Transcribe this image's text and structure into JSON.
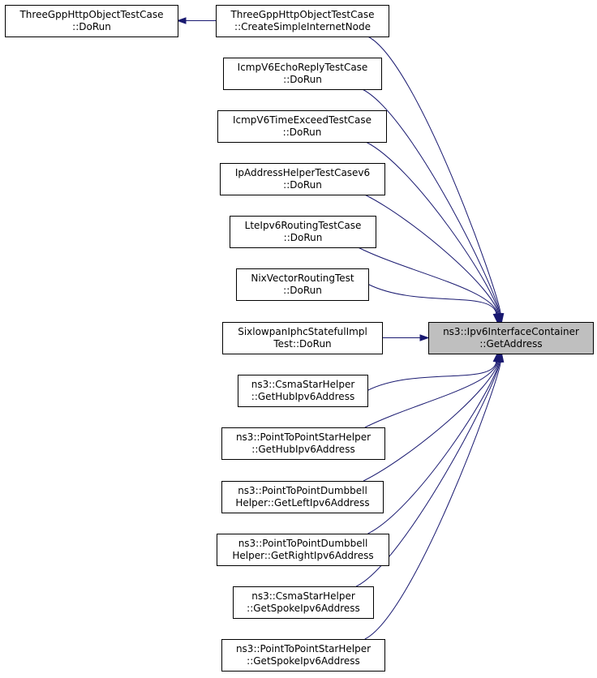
{
  "graph": {
    "nodes": [
      {
        "id": "n0",
        "lines": [
          "ThreeGppHttpObjectTestCase",
          "::DoRun"
        ],
        "interactable": true,
        "highlight": false
      },
      {
        "id": "n1",
        "lines": [
          "ThreeGppHttpObjectTestCase",
          "::CreateSimpleInternetNode"
        ],
        "interactable": true,
        "highlight": false
      },
      {
        "id": "n2",
        "lines": [
          "IcmpV6EchoReplyTestCase",
          "::DoRun"
        ],
        "interactable": true,
        "highlight": false
      },
      {
        "id": "n3",
        "lines": [
          "IcmpV6TimeExceedTestCase",
          "::DoRun"
        ],
        "interactable": true,
        "highlight": false
      },
      {
        "id": "n4",
        "lines": [
          "IpAddressHelperTestCasev6",
          "::DoRun"
        ],
        "interactable": true,
        "highlight": false
      },
      {
        "id": "n5",
        "lines": [
          "LteIpv6RoutingTestCase",
          "::DoRun"
        ],
        "interactable": true,
        "highlight": false
      },
      {
        "id": "n6",
        "lines": [
          "NixVectorRoutingTest",
          "::DoRun"
        ],
        "interactable": true,
        "highlight": false
      },
      {
        "id": "n7",
        "lines": [
          "SixlowpanIphcStatefulImpl",
          "Test::DoRun"
        ],
        "interactable": true,
        "highlight": false
      },
      {
        "id": "n8",
        "lines": [
          "ns3::CsmaStarHelper",
          "::GetHubIpv6Address"
        ],
        "interactable": true,
        "highlight": false
      },
      {
        "id": "n9",
        "lines": [
          "ns3::PointToPointStarHelper",
          "::GetHubIpv6Address"
        ],
        "interactable": true,
        "highlight": false
      },
      {
        "id": "n10",
        "lines": [
          "ns3::PointToPointDumbbell",
          "Helper::GetLeftIpv6Address"
        ],
        "interactable": true,
        "highlight": false
      },
      {
        "id": "n11",
        "lines": [
          "ns3::PointToPointDumbbell",
          "Helper::GetRightIpv6Address"
        ],
        "interactable": true,
        "highlight": false
      },
      {
        "id": "n12",
        "lines": [
          "ns3::CsmaStarHelper",
          "::GetSpokeIpv6Address"
        ],
        "interactable": true,
        "highlight": false
      },
      {
        "id": "n13",
        "lines": [
          "ns3::PointToPointStarHelper",
          "::GetSpokeIpv6Address"
        ],
        "interactable": true,
        "highlight": false
      },
      {
        "id": "target",
        "lines": [
          "ns3::Ipv6InterfaceContainer",
          "::GetAddress"
        ],
        "interactable": false,
        "highlight": true
      }
    ],
    "edges": [
      {
        "from": "n1",
        "to": "n0"
      },
      {
        "from": "target",
        "to": "n1"
      },
      {
        "from": "target",
        "to": "n2"
      },
      {
        "from": "target",
        "to": "n3"
      },
      {
        "from": "target",
        "to": "n4"
      },
      {
        "from": "target",
        "to": "n5"
      },
      {
        "from": "target",
        "to": "n6"
      },
      {
        "from": "target",
        "to": "n7"
      },
      {
        "from": "target",
        "to": "n8"
      },
      {
        "from": "target",
        "to": "n9"
      },
      {
        "from": "target",
        "to": "n10"
      },
      {
        "from": "target",
        "to": "n11"
      },
      {
        "from": "target",
        "to": "n12"
      },
      {
        "from": "target",
        "to": "n13"
      }
    ],
    "colors": {
      "edge": "#191970",
      "highlight_fill": "#bfbfbf",
      "node_fill": "#ffffff",
      "border": "#000000"
    }
  }
}
